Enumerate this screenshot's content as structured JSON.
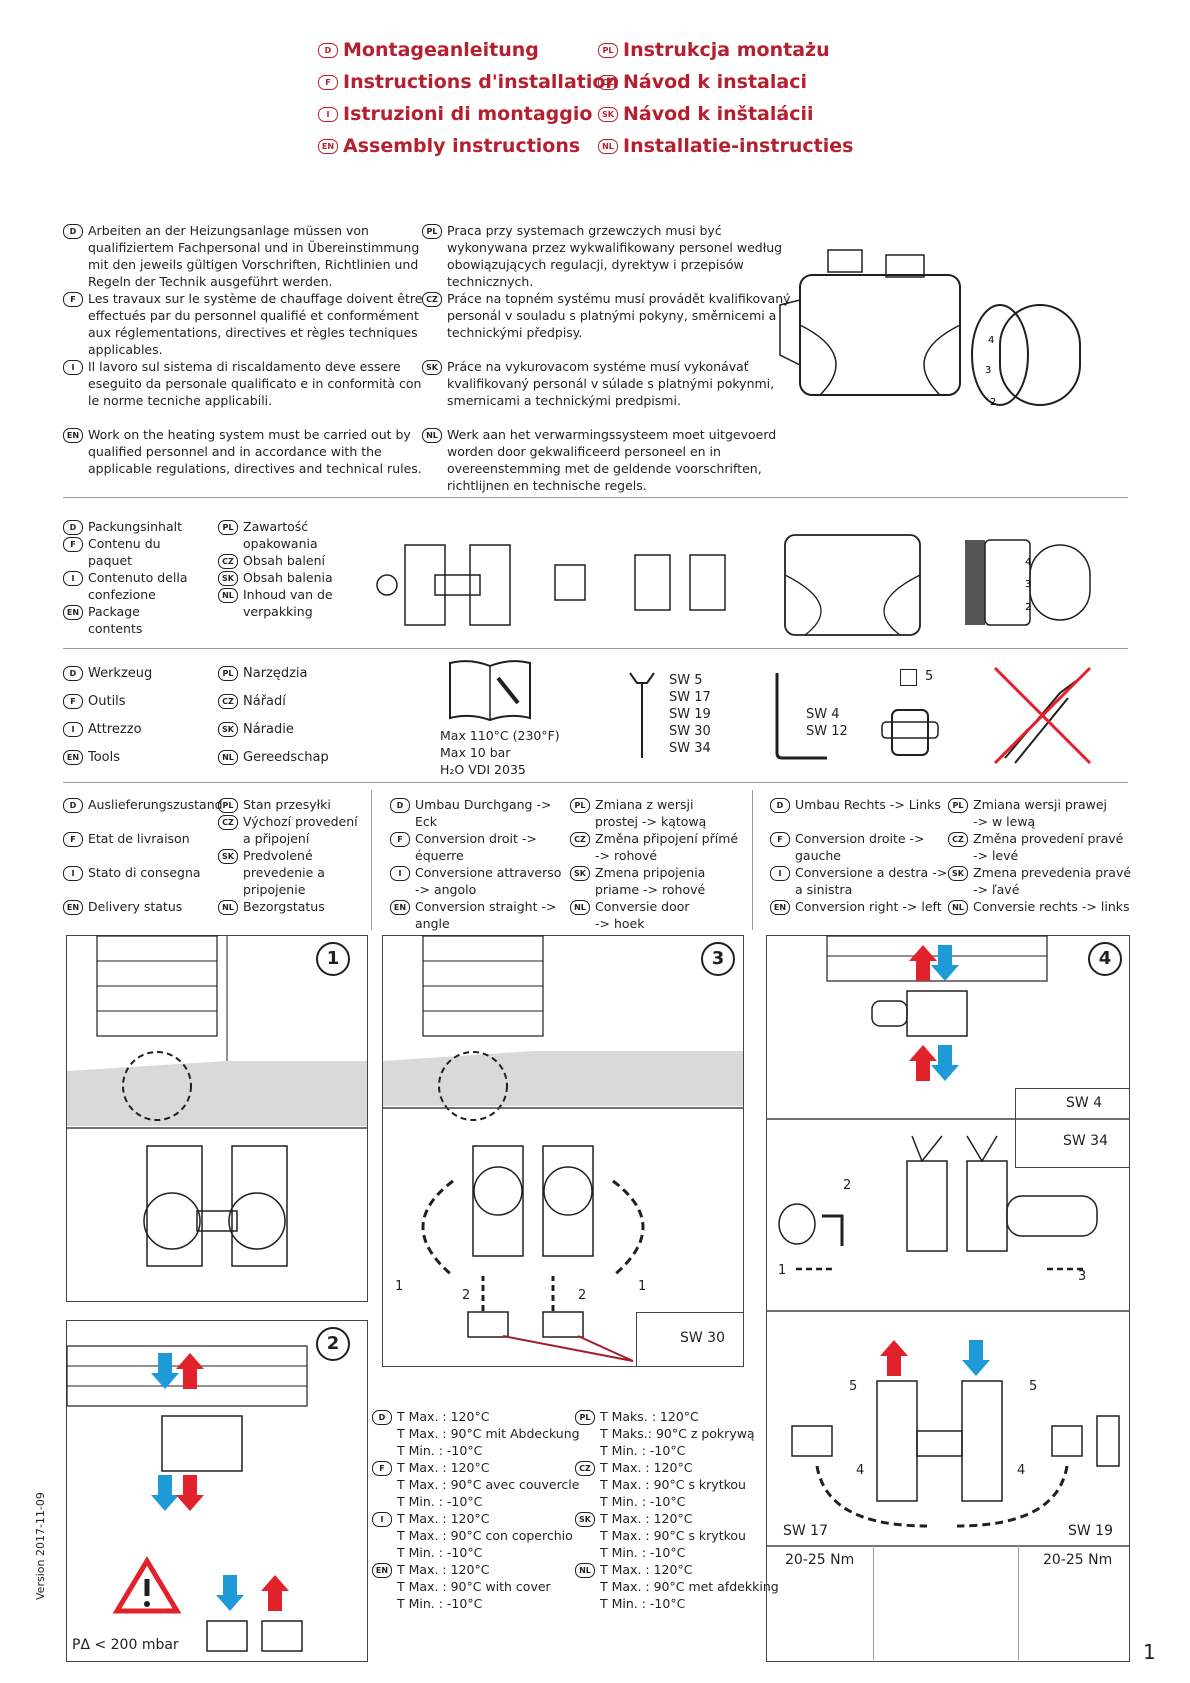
{
  "titles": {
    "left": [
      {
        "code": "D",
        "text": "Montageanleitung"
      },
      {
        "code": "F",
        "text": "Instructions d'installation"
      },
      {
        "code": "I",
        "text": "Istruzioni di montaggio"
      },
      {
        "code": "EN",
        "text": "Assembly instructions"
      }
    ],
    "right": [
      {
        "code": "PL",
        "text": "Instrukcja montażu"
      },
      {
        "code": "CZ",
        "text": "Návod k instalaci"
      },
      {
        "code": "SK",
        "text": "Návod k inštalácii"
      },
      {
        "code": "NL",
        "text": "Installatie-instructies"
      }
    ]
  },
  "intro": {
    "left": [
      {
        "code": "D",
        "lines": [
          "Arbeiten an der Heizungsanlage müssen von",
          "qualifiziertem Fachpersonal und in Übereinstimmung",
          "mit den jeweils gültigen Vorschriften, Richtlinien und",
          "Regeln der Technik ausgeführt werden."
        ]
      },
      {
        "code": "F",
        "lines": [
          "Les travaux sur le système de chauffage doivent être",
          "effectués par du personnel qualifié et conformément",
          "aux réglementations, directives et règles techniques",
          "applicables."
        ]
      },
      {
        "code": "I",
        "lines": [
          "Il lavoro sul sistema di riscaldamento deve essere",
          "eseguito da personale qualificato e in conformità con",
          "le norme tecniche applicabili."
        ]
      },
      {
        "code": "EN",
        "lines": [
          "Work on the heating system must be carried out by",
          "qualified personnel and in accordance with the",
          "applicable regulations, directives and technical rules."
        ]
      }
    ],
    "right": [
      {
        "code": "PL",
        "lines": [
          "Praca przy systemach grzewczych musi być",
          "wykonywana przez wykwalifikowany personel według",
          "obowiązujących regulacji, dyrektyw i przepisów",
          "technicznych."
        ]
      },
      {
        "code": "CZ",
        "lines": [
          "Práce na topném systému musí provádět kvalifikovaný",
          "personál  v souladu s platnými pokyny, směrnicemi a",
          "technickými předpisy."
        ]
      },
      {
        "code": "SK",
        "lines": [
          "Práce na vykurovacom systéme musí vykonávať",
          "kvalifikovaný personál v súlade s platnými pokynmi,",
          "smernicami a technickými predpismi."
        ]
      },
      {
        "code": "NL",
        "lines": [
          "Werk aan het verwarmingssysteem moet uitgevoerd",
          "worden door gekwalificeerd personeel en in",
          "overeenstemming met de geldende voorschriften,",
          "richtlijnen en technische regels."
        ]
      }
    ]
  },
  "package": {
    "left": [
      {
        "code": "D",
        "lines": [
          "Packungsinhalt"
        ]
      },
      {
        "code": "F",
        "lines": [
          "Contenu du",
          "paquet"
        ]
      },
      {
        "code": "I",
        "lines": [
          "Contenuto della",
          "confezione"
        ]
      },
      {
        "code": "EN",
        "lines": [
          "Package",
          "contents"
        ]
      }
    ],
    "right": [
      {
        "code": "PL",
        "lines": [
          "Zawartość",
          "opakowania"
        ]
      },
      {
        "code": "CZ",
        "lines": [
          "Obsah balení"
        ]
      },
      {
        "code": "SK",
        "lines": [
          "Obsah balenia"
        ]
      },
      {
        "code": "NL",
        "lines": [
          "Inhoud van de",
          "verpakking"
        ]
      }
    ]
  },
  "tools": {
    "left": [
      {
        "code": "D",
        "text": "Werkzeug"
      },
      {
        "code": "F",
        "text": "Outils"
      },
      {
        "code": "I",
        "text": "Attrezzo"
      },
      {
        "code": "EN",
        "text": "Tools"
      }
    ],
    "right": [
      {
        "code": "PL",
        "text": "Narzędzia"
      },
      {
        "code": "CZ",
        "text": "Nářadí"
      },
      {
        "code": "SK",
        "text": "Náradie"
      },
      {
        "code": "NL",
        "text": "Gereedschap"
      }
    ],
    "specs": [
      "Max  110°C  (230°F)",
      "Max  10 bar",
      "H₂O  VDI 2035"
    ],
    "wrench_sizes": [
      "SW 5",
      "SW 17",
      "SW 19",
      "SW 30",
      "SW 34"
    ],
    "hex_sizes": [
      "SW 4",
      "SW 12"
    ],
    "square_label": "5"
  },
  "delivery": {
    "left": [
      {
        "code": "D",
        "lines": [
          "Auslieferungszustand"
        ]
      },
      {
        "code": "F",
        "lines": [
          "Etat de livraison"
        ]
      },
      {
        "code": "I",
        "lines": [
          "Stato di consegna"
        ]
      },
      {
        "code": "EN",
        "lines": [
          "Delivery status"
        ]
      }
    ],
    "right": [
      {
        "code": "PL",
        "lines": [
          "Stan przesyłki"
        ]
      },
      {
        "code": "CZ",
        "lines": [
          "Výchozí provedení",
          "a připojení"
        ]
      },
      {
        "code": "SK",
        "lines": [
          "Predvolené",
          "prevedenie a",
          "pripojenie"
        ]
      },
      {
        "code": "NL",
        "lines": [
          "Bezorgstatus"
        ]
      }
    ]
  },
  "conv_straight": {
    "left": [
      {
        "code": "D",
        "lines": [
          "Umbau Durchgang ->",
          "Eck"
        ]
      },
      {
        "code": "F",
        "lines": [
          "Conversion droit ->",
          "équerre"
        ]
      },
      {
        "code": "I",
        "lines": [
          "Conversione attraverso",
          "-> angolo"
        ]
      },
      {
        "code": "EN",
        "lines": [
          "Conversion straight ->",
          "angle"
        ]
      }
    ],
    "right": [
      {
        "code": "PL",
        "lines": [
          "Zmiana z wersji",
          "prostej -> kątową"
        ]
      },
      {
        "code": "CZ",
        "lines": [
          "Změna připojení přímé",
          "-> rohové"
        ]
      },
      {
        "code": "SK",
        "lines": [
          "Zmena pripojenia",
          "priame -> rohové"
        ]
      },
      {
        "code": "NL",
        "lines": [
          "Conversie door",
          "-> hoek"
        ]
      }
    ]
  },
  "conv_right": {
    "left": [
      {
        "code": "D",
        "lines": [
          "Umbau Rechts -> Links"
        ]
      },
      {
        "code": "F",
        "lines": [
          "Conversion droite ->",
          "gauche"
        ]
      },
      {
        "code": "I",
        "lines": [
          "Conversione a destra ->",
          "a sinistra"
        ]
      },
      {
        "code": "EN",
        "lines": [
          "Conversion right -> left"
        ]
      }
    ],
    "right": [
      {
        "code": "PL",
        "lines": [
          "Zmiana wersji prawej",
          "-> w lewą"
        ]
      },
      {
        "code": "CZ",
        "lines": [
          "Změna provedení pravé",
          "-> levé"
        ]
      },
      {
        "code": "SK",
        "lines": [
          "Zmena prevedenia pravé",
          "-> ľavé"
        ]
      },
      {
        "code": "NL",
        "lines": [
          "Conversie rechts -> links"
        ]
      }
    ]
  },
  "steps": {
    "n1": "1",
    "n2": "2",
    "n3": "3",
    "n4": "4",
    "s3_labels": [
      "1",
      "2",
      "2",
      "1"
    ],
    "s3_wrench": "SW 30",
    "s4_top_wrench_a": "SW 4",
    "s4_top_wrench_b": "SW 34",
    "s4_labels": [
      "2",
      "1",
      "3",
      "5",
      "5",
      "4",
      "4"
    ],
    "s4_bottom_left": {
      "size": "SW 17",
      "torque": "20-25 Nm"
    },
    "s4_bottom_right": {
      "size": "SW 19",
      "torque": "20-25 Nm"
    },
    "pressure": "PΔ < 200 mbar"
  },
  "temps": {
    "left": [
      {
        "code": "D",
        "lines": [
          "T Max. : 120°C",
          "T Max. :   90°C mit Abdeckung",
          "T Min. :  -10°C"
        ]
      },
      {
        "code": "F",
        "lines": [
          "T Max. : 120°C",
          "T Max. :   90°C avec couvercle",
          "T Min. :  -10°C"
        ]
      },
      {
        "code": "I",
        "lines": [
          "T Max. : 120°C",
          "T Max. :   90°C con coperchio",
          "T Min. :  -10°C"
        ]
      },
      {
        "code": "EN",
        "lines": [
          "T Max. : 120°C",
          "T Max. :   90°C with cover",
          "T Min. :  -10°C"
        ]
      }
    ],
    "right": [
      {
        "code": "PL",
        "lines": [
          "T Maks. : 120°C",
          "T Maks.:   90°C z pokrywą",
          "T Min. :  -10°C"
        ]
      },
      {
        "code": "CZ",
        "lines": [
          "T Max. : 120°C",
          "T Max. :   90°C s krytkou",
          "T Min. :  -10°C"
        ]
      },
      {
        "code": "SK",
        "lines": [
          "T Max. : 120°C",
          "T Max. :   90°C s krytkou",
          "T Min. :  -10°C"
        ]
      },
      {
        "code": "NL",
        "lines": [
          "T Max. : 120°C",
          "T Max. :   90°C met afdekking",
          "T Min. :  -10°C"
        ]
      }
    ]
  },
  "version": "Version 2017-11-09",
  "page_number": "1",
  "colors": {
    "title": "#b5202e",
    "hot": "#e2222a",
    "cold": "#1e9ad6",
    "rule": "#9d9d9d",
    "floor": "#d9d9d9"
  }
}
